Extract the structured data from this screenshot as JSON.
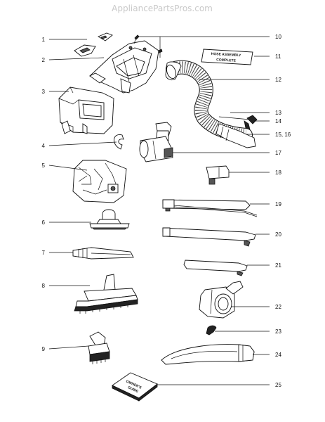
{
  "watermark": "AppliancePartsPros.com",
  "hose_label": {
    "line1": "HOSE ASSEMBLY",
    "line2": "COMPLETE"
  },
  "guide_label": {
    "line1": "OWNER'S",
    "line2": "GUIDE"
  },
  "callouts": {
    "c1": "1",
    "c2": "2",
    "c3": "3",
    "c4": "4",
    "c5": "5",
    "c6": "6",
    "c7": "7",
    "c8": "8",
    "c9": "9",
    "c10": "10",
    "c11": "11",
    "c12": "12",
    "c13": "13",
    "c14": "14",
    "c15": "15, 16",
    "c17": "17",
    "c18": "18",
    "c19": "19",
    "c20": "20",
    "c21": "21",
    "c22": "22",
    "c23": "23",
    "c24": "24",
    "c25": "25"
  }
}
